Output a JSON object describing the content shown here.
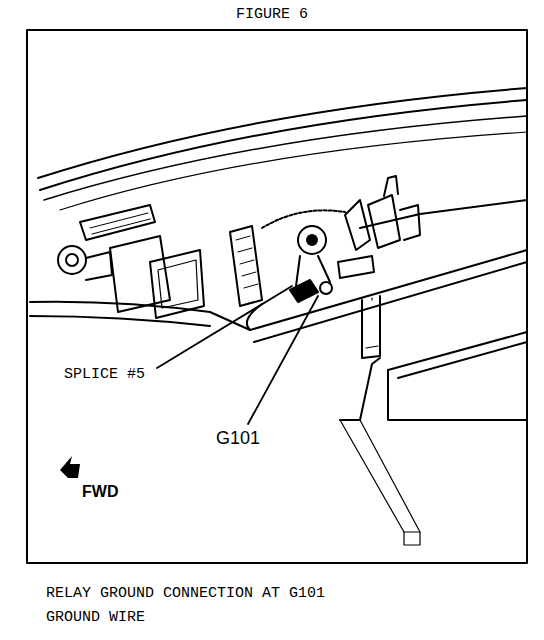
{
  "diagram": {
    "title": "FIGURE 6",
    "caption": "RELAY GROUND CONNECTION AT G101 GROUND WIRE",
    "labels": [
      "SPLICE #5",
      "G101",
      "FWD"
    ]
  }
}
